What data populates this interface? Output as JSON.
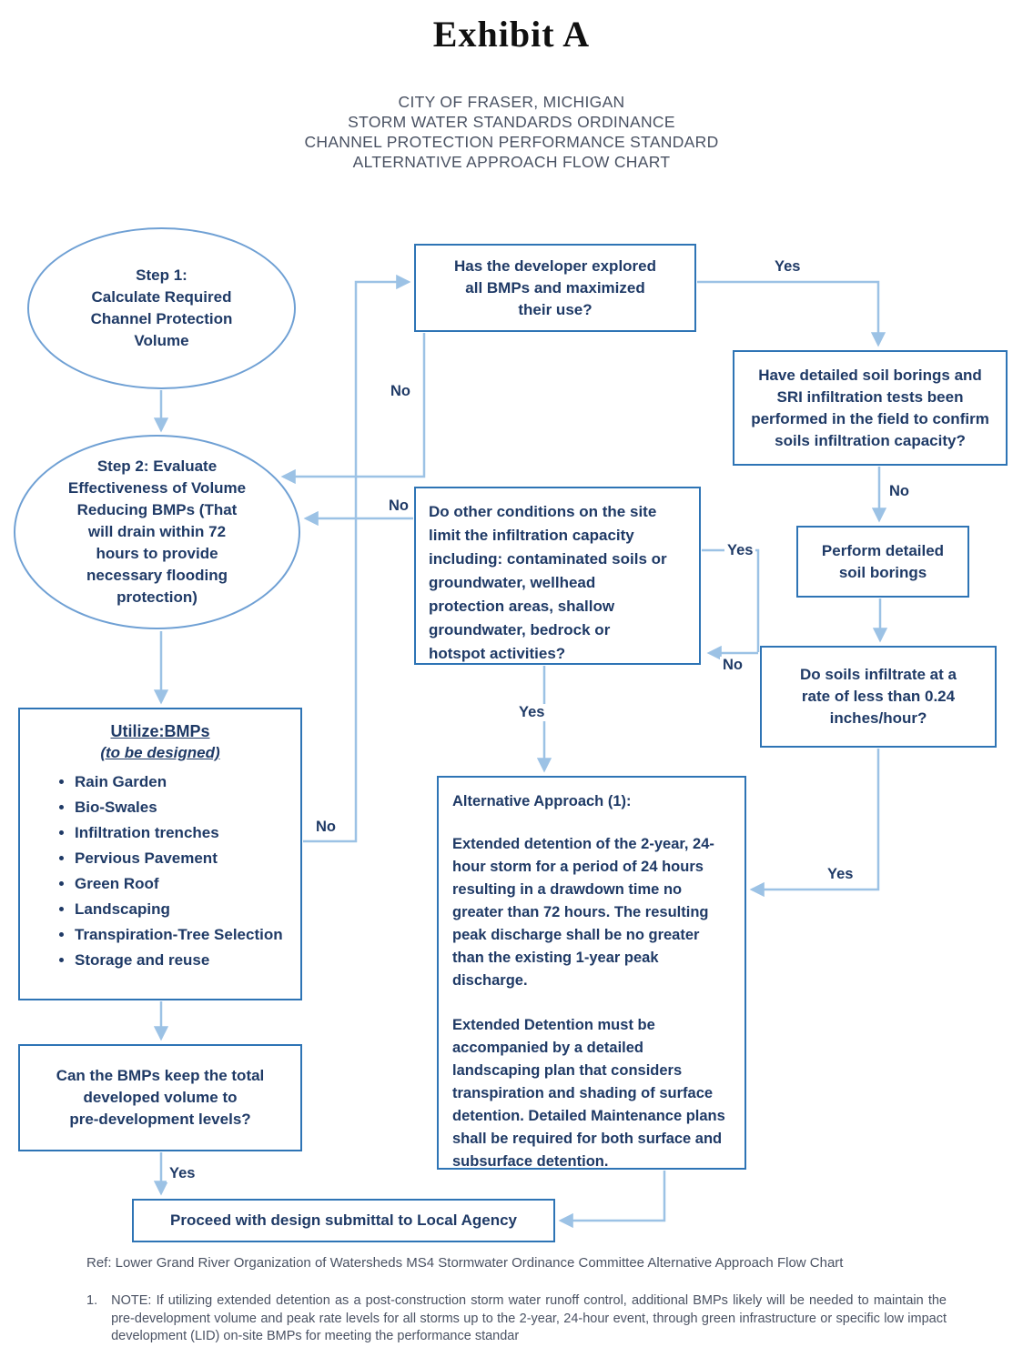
{
  "page": {
    "title": "Exhibit A",
    "header_lines": [
      "CITY OF FRASER, MICHIGAN",
      "STORM WATER STANDARDS ORDINANCE",
      "CHANNEL PROTECTION PERFORMANCE STANDARD",
      "ALTERNATIVE APPROACH FLOW CHART"
    ]
  },
  "nodes": {
    "step1": {
      "text": "Step 1:\nCalculate Required\nChannel Protection\nVolume"
    },
    "step2": {
      "text": "Step 2:  Evaluate\nEffectiveness of Volume\nReducing BMPs (That\nwill drain within 72\nhours to provide\nnecessary flooding\nprotection)"
    },
    "has_developer": {
      "text": "Has the developer explored\nall BMPs and maximized\ntheir use?"
    },
    "have_detailed": {
      "text": "Have detailed soil borings and\nSRI infiltration tests been\nperformed in the field to confirm\nsoils infiltration capacity?"
    },
    "perform_borings": {
      "text": "Perform detailed\nsoil borings"
    },
    "do_soils": {
      "text": "Do soils infiltrate at a\nrate of less than 0.24\ninches/hour?"
    },
    "do_other": {
      "text": "Do other conditions on the site\nlimit the infiltration capacity\nincluding: contaminated soils or\ngroundwater, wellhead\nprotection areas, shallow\ngroundwater, bedrock or\nhotspot activities?"
    },
    "utilize": {
      "title": "Utilize:BMPs",
      "subtitle": "(to be designed)",
      "items": [
        "Rain Garden",
        "Bio-Swales",
        "Infiltration trenches",
        "Pervious Pavement",
        "Green Roof",
        "Landscaping",
        "Transpiration-Tree Selection",
        "Storage and reuse"
      ]
    },
    "can_bmps": {
      "text": "Can the BMPs keep the total\ndeveloped volume to\npre-development levels?"
    },
    "proceed": {
      "text": "Proceed with design submittal to Local Agency"
    },
    "alternative": {
      "title": "Alternative Approach (1):",
      "para1": "Extended detention of the 2-year, 24-hour storm for a period of 24 hours resulting in a drawdown time no greater than 72 hours. The resulting peak discharge shall be no greater than the existing 1-year peak discharge.",
      "para2": "Extended Detention must be accompanied by a detailed landscaping plan that considers transpiration and shading of surface detention. Detailed Maintenance plans shall be required for both surface and subsurface detention."
    }
  },
  "labels": {
    "yes_developer": "Yes",
    "no_developer": "No",
    "no_detailed": "No",
    "yes_conditions_right": "Yes",
    "no_conditions": "No",
    "no_soils": "No",
    "yes_conditions_down": "Yes",
    "yes_soils": "Yes",
    "no_loop": "No",
    "yes_can": "Yes"
  },
  "footer": {
    "ref": "Ref:  Lower Grand River Organization of Watersheds MS4 Stormwater Ordinance Committee Alternative Approach Flow Chart",
    "note_number": "1.",
    "note": "NOTE:  If utilizing extended detention as a post-construction storm water runoff control, additional BMPs likely will be needed to maintain the pre-development volume and peak rate levels for all storms up to the 2-year, 24-hour event, through green infrastructure or specific low impact development (LID) on-site BMPs for meeting the performance standar"
  },
  "colors": {
    "text_navy": "#1f3a66",
    "border_blue": "#2e74b5",
    "arrow_blue": "#9cc2e5",
    "header_gray": "#4a5263"
  }
}
